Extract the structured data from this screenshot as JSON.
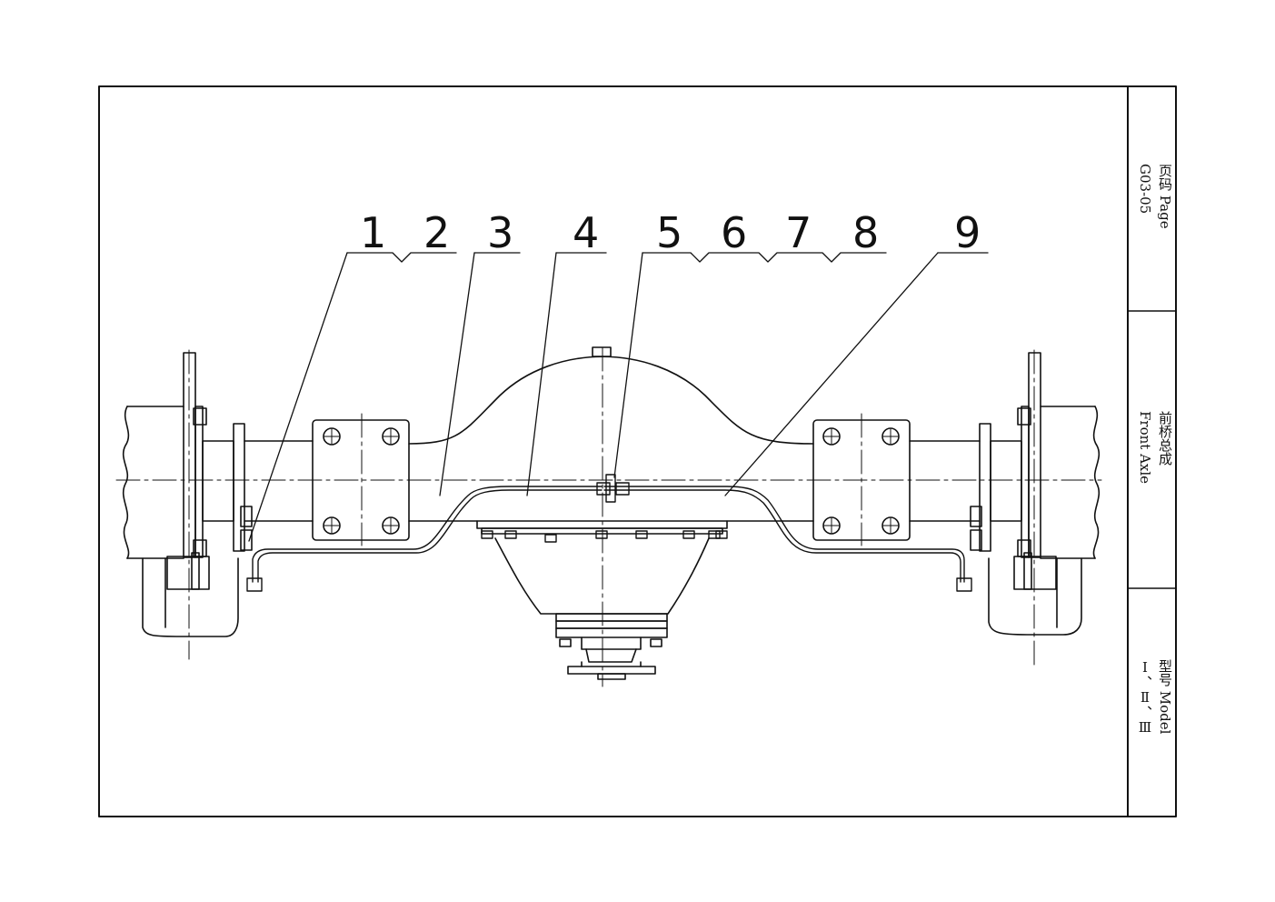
{
  "title_block": {
    "page_label": "页码 Page",
    "page_number": "G03-05",
    "name_label": "前桥总成",
    "name_en": "Front Axle",
    "model_label": "型号  Model",
    "model_value": "Ⅰ、Ⅱ、Ⅲ"
  },
  "callouts": [
    "1",
    "2",
    "3",
    "4",
    "5",
    "6",
    "7",
    "8",
    "9"
  ]
}
